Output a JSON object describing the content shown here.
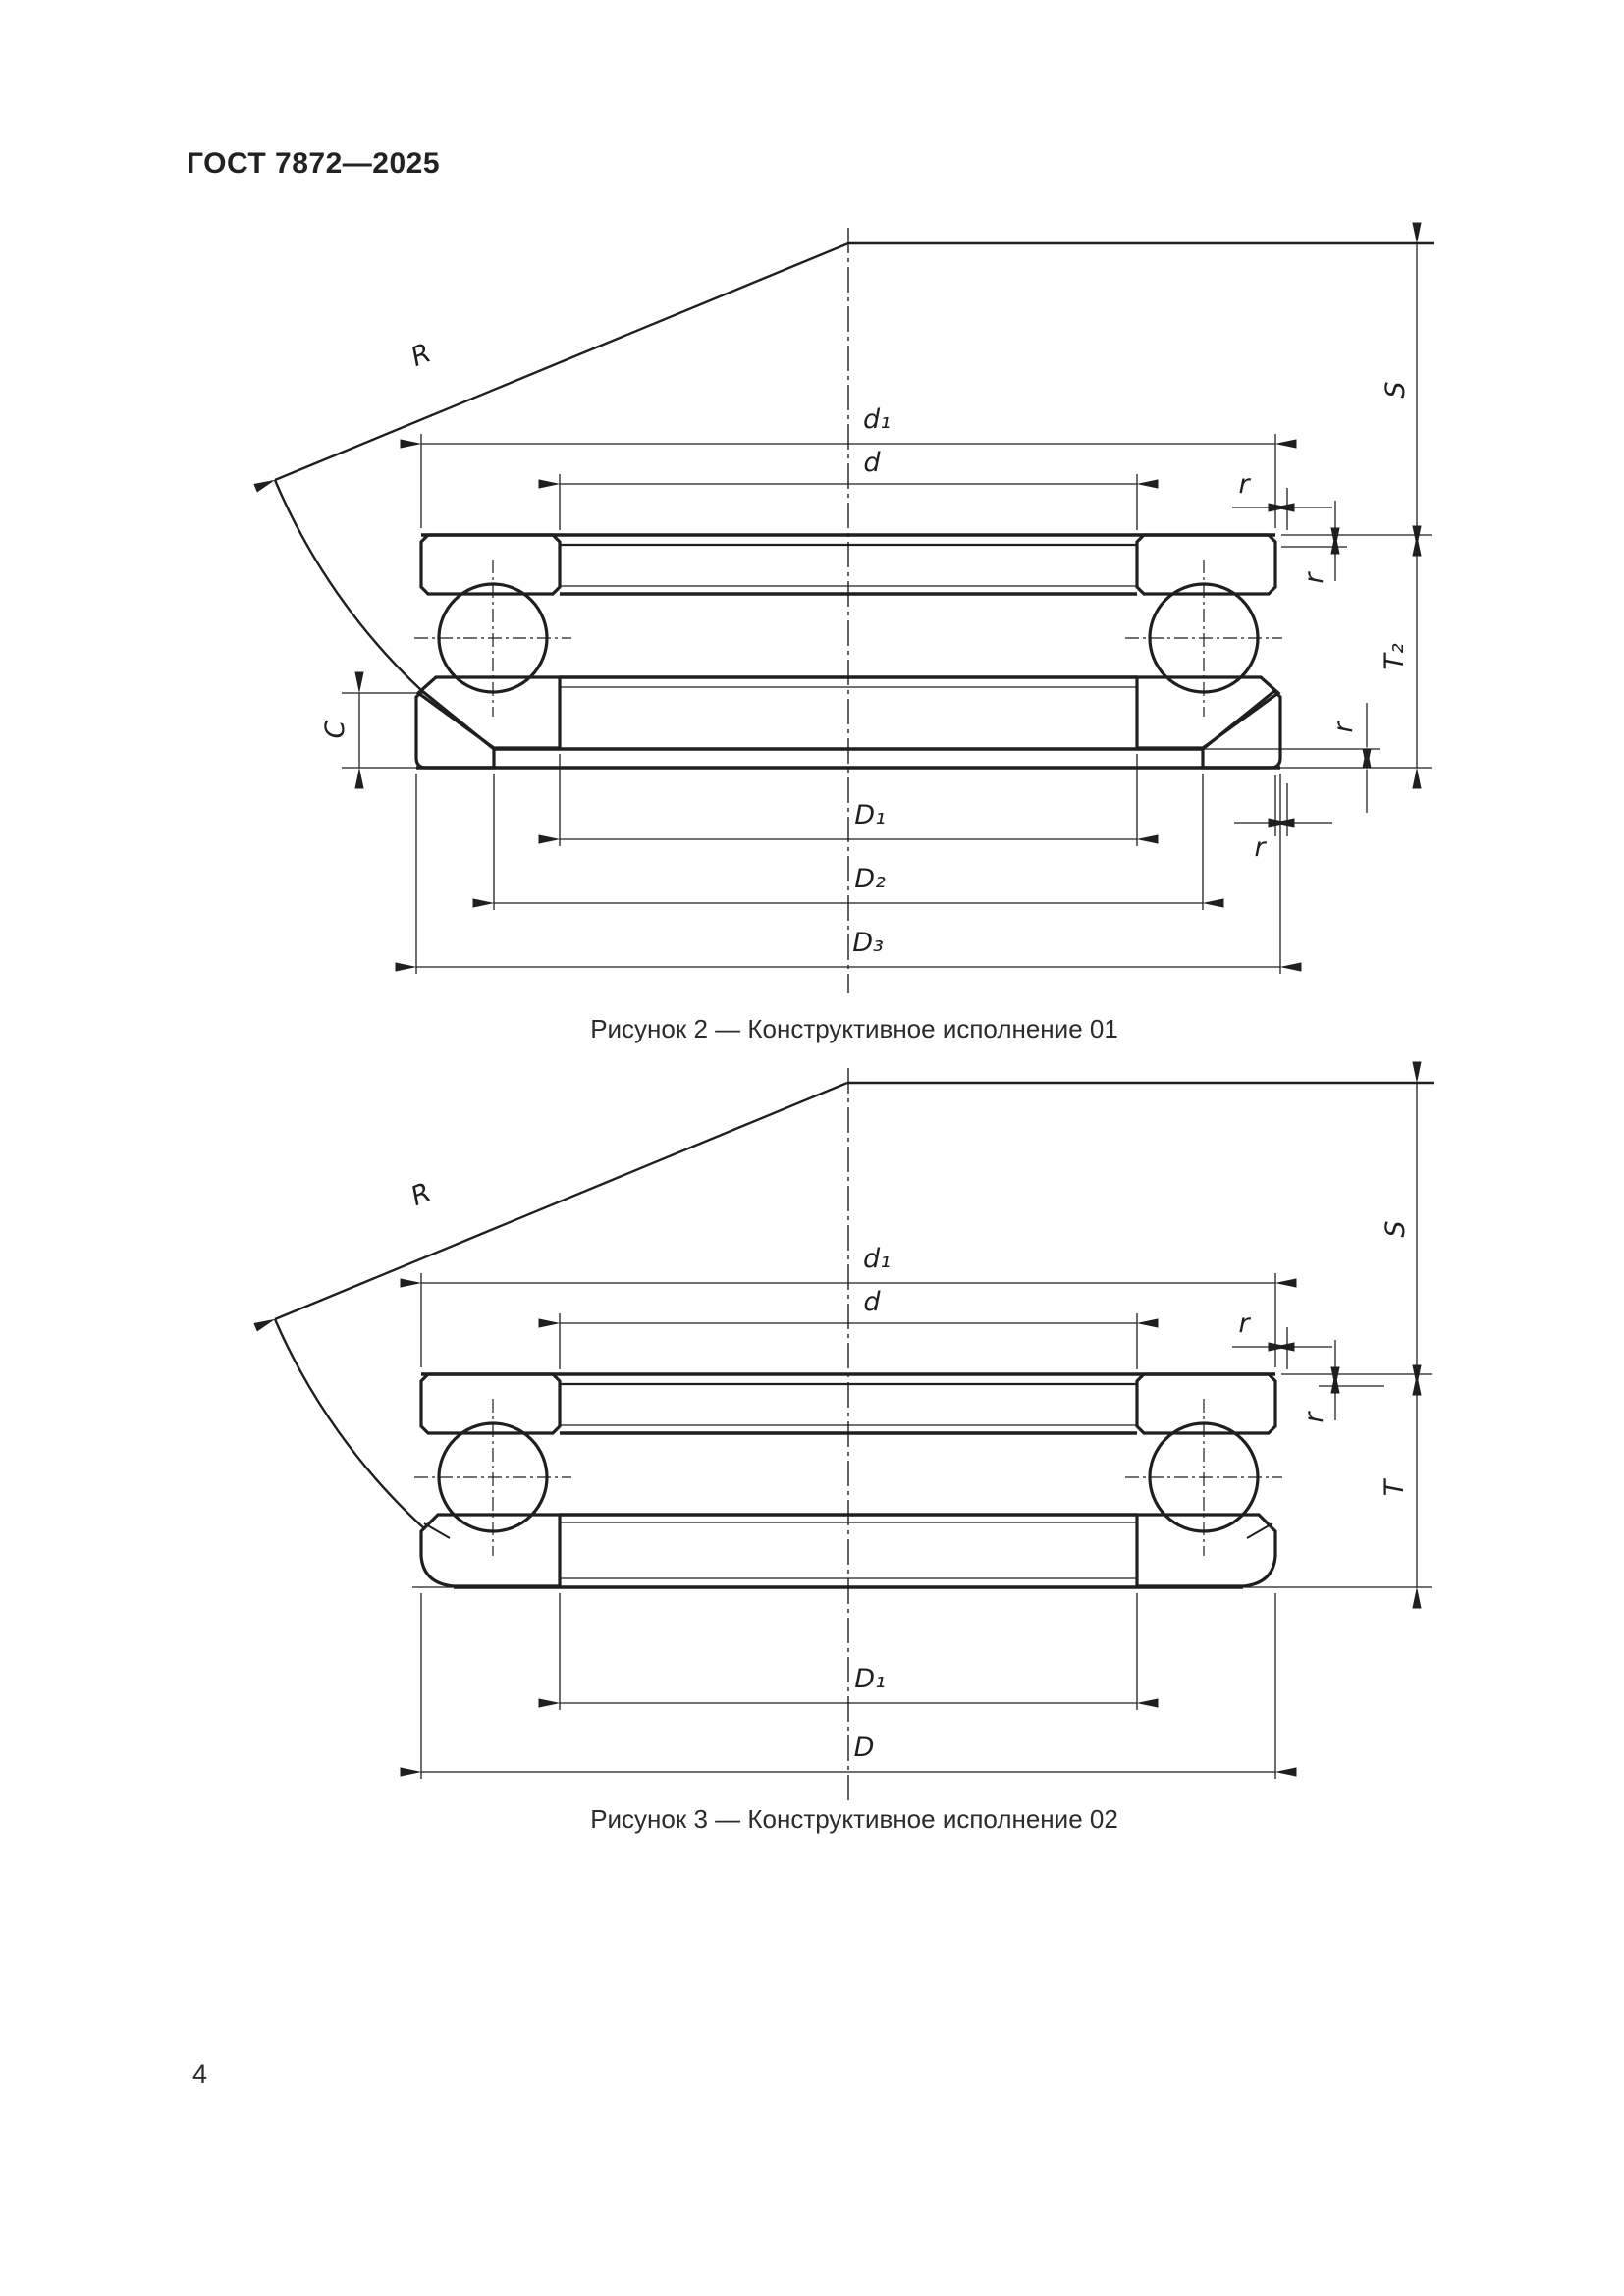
{
  "page": {
    "number": "4"
  },
  "header": {
    "title": "ГОСТ 7872—2025"
  },
  "figures": [
    {
      "id": "figure-2",
      "caption": "Рисунок 2 — Конструктивное исполнение 01",
      "labels": {
        "R": "R",
        "S": "S",
        "d1": "d₁",
        "d": "d",
        "r": "r",
        "T2": "T₂",
        "C": "C",
        "D1": "D₁",
        "D2": "D₂",
        "D3": "D₃"
      }
    },
    {
      "id": "figure-3",
      "caption": "Рисунок 3 — Конструктивное исполнение 02",
      "labels": {
        "R": "R",
        "S": "S",
        "d1": "d₁",
        "d": "d",
        "r": "r",
        "T": "T",
        "D1": "D₁",
        "D": "D"
      }
    }
  ]
}
